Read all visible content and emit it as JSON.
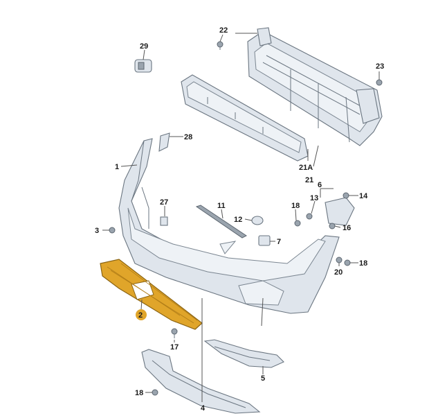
{
  "diagram": {
    "highlight_color": "#e0a52a",
    "callouts": [
      {
        "id": "c29",
        "text": "29"
      },
      {
        "id": "c22",
        "text": "22"
      },
      {
        "id": "c23",
        "text": "23"
      },
      {
        "id": "c28",
        "text": "28"
      },
      {
        "id": "c1",
        "text": "1"
      },
      {
        "id": "c21a",
        "text": "21A"
      },
      {
        "id": "c21",
        "text": "21"
      },
      {
        "id": "c6",
        "text": "6"
      },
      {
        "id": "c27",
        "text": "27"
      },
      {
        "id": "c11",
        "text": "11"
      },
      {
        "id": "c12",
        "text": "12"
      },
      {
        "id": "c18a",
        "text": "18"
      },
      {
        "id": "c13",
        "text": "13"
      },
      {
        "id": "c14",
        "text": "14"
      },
      {
        "id": "c3",
        "text": "3"
      },
      {
        "id": "c16",
        "text": "16"
      },
      {
        "id": "c7",
        "text": "7"
      },
      {
        "id": "c18b",
        "text": "18"
      },
      {
        "id": "c20",
        "text": "20"
      },
      {
        "id": "c2",
        "text": "2"
      },
      {
        "id": "c17",
        "text": "17"
      },
      {
        "id": "c5",
        "text": "5"
      },
      {
        "id": "c18c",
        "text": "18"
      },
      {
        "id": "c4",
        "text": "4"
      }
    ]
  }
}
